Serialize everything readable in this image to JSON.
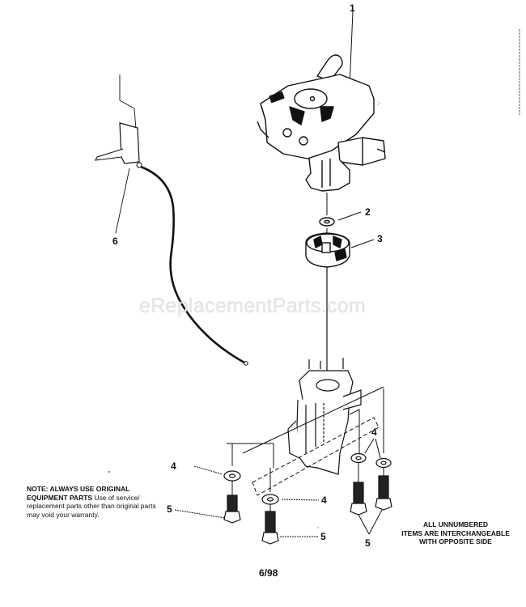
{
  "diagram": {
    "watermark": "eReplacementParts.com",
    "page_code": "6/98",
    "callouts": {
      "engine": "1",
      "washer_top": "2",
      "adapter": "3",
      "washer_left": "4",
      "washer_center": "4",
      "washers_right": "4",
      "bolt_left": "5",
      "bolt_center": "5",
      "bolts_right": "5",
      "control_cable": "6"
    },
    "note": {
      "heading": "NOTE: ALWAYS USE ORIGINAL EQUIPMENT PARTS",
      "body": "Use of service/ replacement parts other than original parts may void your warranty."
    },
    "interchange_note": {
      "line1": "ALL UNNUMBERED",
      "line2": "ITEMS ARE INTERCHANGEABLE",
      "line3": "WITH OPPOSITE SIDE"
    },
    "parts": [
      {
        "ref": "1",
        "name": "engine"
      },
      {
        "ref": "2",
        "name": "washer"
      },
      {
        "ref": "3",
        "name": "adapter-ring"
      },
      {
        "ref": "4",
        "name": "washer"
      },
      {
        "ref": "5",
        "name": "bolt"
      },
      {
        "ref": "6",
        "name": "control-cable-assembly"
      }
    ]
  }
}
